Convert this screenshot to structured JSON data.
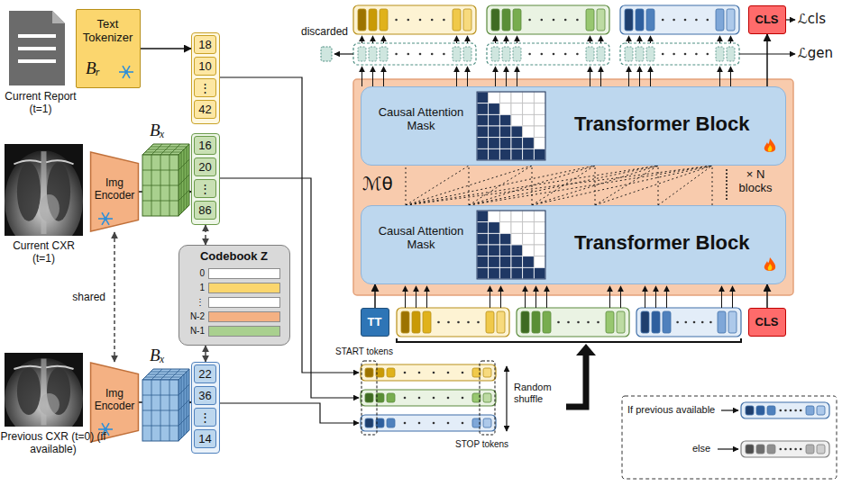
{
  "diagram": {
    "nodes": [
      {
        "text": [
          "Text Tokenizer",
          "Bᵣ"
        ]
      },
      {
        "text": [
          "Img Encoder"
        ]
      },
      {
        "text": [
          "Img Encoder"
        ]
      },
      {
        "text": [
          "Codebook Z",
          "0",
          "1",
          "⋮",
          "N-2",
          "N-1"
        ]
      },
      {
        "text": [
          "18",
          "10",
          "⋮",
          "42"
        ]
      },
      {
        "text": [
          "16",
          "20",
          "⋮",
          "86"
        ]
      },
      {
        "text": [
          "22",
          "36",
          "⋮",
          "14"
        ]
      },
      {
        "text": [
          "ℳθ",
          "× N blocks"
        ]
      },
      {
        "text": [
          "Causal Attention Mask",
          "Transformer Block"
        ],
        "in": 7
      },
      {
        "text": [
          "Causal Attention Mask",
          "Transformer Block"
        ],
        "in": 7
      },
      {
        "text": [
          "TT"
        ]
      },
      {
        "text": [
          "CLS"
        ]
      },
      {
        "text": [
          "CLS"
        ]
      }
    ],
    "edges": [
      {
        "from": 0,
        "to": 4,
        "arrow": "to"
      },
      {
        "from": 1,
        "to": 5,
        "arrow": "to"
      },
      {
        "from": 2,
        "to": 6,
        "arrow": "to"
      },
      {
        "from": 1,
        "to": 2,
        "arrow": "both",
        "label": "shared"
      },
      {
        "from": 3,
        "to": 5,
        "arrow": "both"
      },
      {
        "from": 3,
        "to": 6,
        "arrow": "both"
      },
      {
        "from": 10,
        "to": 9,
        "arrow": "to"
      },
      {
        "from": 11,
        "to": 9,
        "arrow": "to"
      },
      {
        "from": 8,
        "to": 12,
        "arrow": "to"
      }
    ],
    "labels": [
      "Current Report (t=1)",
      "Current CXR (t=1)",
      "Previous CXR (t=0) (if available)",
      "Bₓ",
      "Bₓ",
      "discarded",
      "ℒcls",
      "ℒgen",
      "START tokens",
      "STOP tokens",
      "Random shuffle",
      "If previous available",
      "else"
    ]
  }
}
